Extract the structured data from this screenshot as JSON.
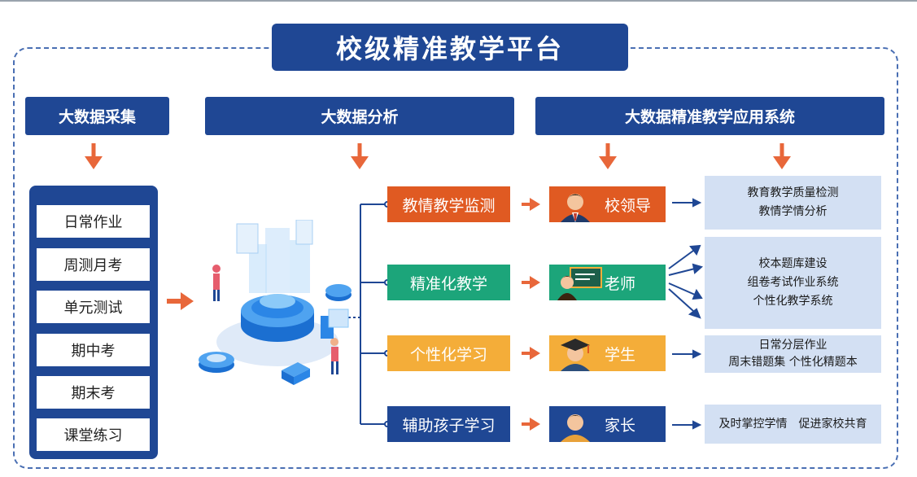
{
  "title": "校级精准教学平台",
  "sections": {
    "collect": "大数据采集",
    "analysis": "大数据分析",
    "application": "大数据精准教学应用系统"
  },
  "collect_items": [
    "日常作业",
    "周测月考",
    "单元测试",
    "期中考",
    "期末考",
    "课堂练习"
  ],
  "modules": [
    "教情教学监测",
    "精准化教学",
    "个性化学习",
    "辅助孩子学习"
  ],
  "roles": [
    "校领导",
    "老师",
    "学生",
    "家长"
  ],
  "applications": [
    [
      "教育教学质量检测",
      "教情学情分析"
    ],
    [
      "校本题库建设",
      "组卷考试作业系统",
      "个性化教学系统"
    ],
    [
      "日常分层作业",
      "周末错题集 个性化精题本"
    ],
    [
      "及时掌控学情　促进家校共育"
    ]
  ],
  "colors": {
    "title_bg": "#1f4794",
    "section_bg": "#1f4794",
    "arrow": "#e8673a",
    "module_1": "#e05a22",
    "module_2": "#1ca57a",
    "module_3": "#f4ad39",
    "module_4": "#1f4794",
    "app_box": "#d3e0f3"
  }
}
